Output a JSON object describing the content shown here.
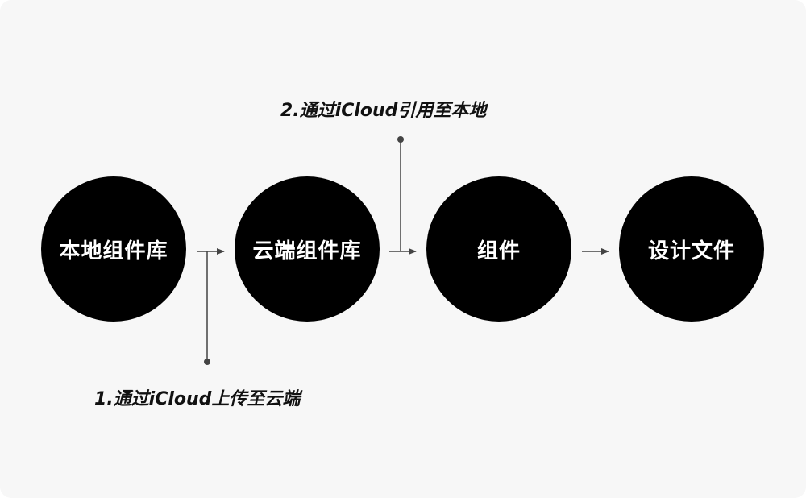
{
  "nodes": [
    {
      "label": "本地组件库"
    },
    {
      "label": "云端组件库"
    },
    {
      "label": "组件"
    },
    {
      "label": "设计文件"
    }
  ],
  "annotations": {
    "step1": "1.通过iCloud上传至云端",
    "step2": "2.通过iCloud引用至本地"
  },
  "colors": {
    "node": "#000000",
    "line": "#444444",
    "background": "#f7f7f7"
  }
}
